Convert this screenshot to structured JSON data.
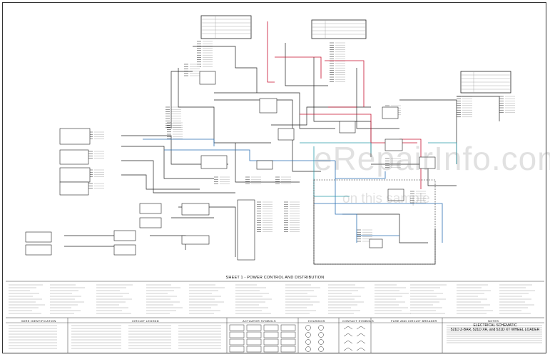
{
  "sheet_title": "SHEET 1 - POWER CONTROL AND DISTRIBUTION",
  "watermark_text": "eRepairInfo.com",
  "watermark_sub": "on this sample",
  "legend_headings": {
    "wire_identification": "WIRE IDENTIFICATION",
    "circuit_legend": "CIRCUIT LEGEND",
    "actuator_symbols": "ACTUATOR SYMBOLS",
    "housings": "HOUSINGS",
    "contact_symbols": "CONTACT SYMBOLS",
    "fuse_and_circuit_breaker": "FUSE AND CIRCUIT BREAKER",
    "notes": "NOTES"
  },
  "title_block": {
    "line1": "ELECTRICAL SCHEMATIC",
    "line2": "521D Z-BAR, 521D XR, and 521D XT WHEEL LOADER"
  },
  "colors": {
    "wire_black": "#222222",
    "wire_red": "#c8102e",
    "wire_blue": "#2a6fb3",
    "wire_teal": "#2a9aa8",
    "box_fill": "#ffffff"
  }
}
